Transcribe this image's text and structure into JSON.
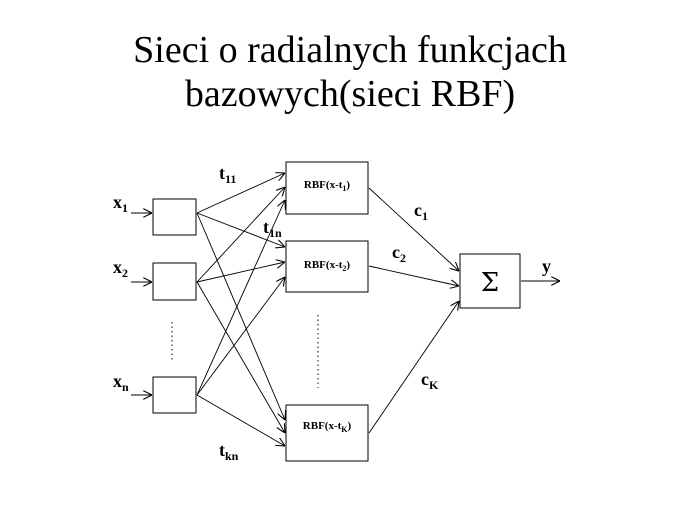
{
  "title": {
    "line1": "Sieci o radialnych funkcjach",
    "line2": "bazowych(sieci RBF)"
  },
  "inputs": [
    {
      "var": "x",
      "sub": "1"
    },
    {
      "var": "x",
      "sub": "2"
    },
    {
      "var": "x",
      "sub": "n"
    }
  ],
  "weights_t": {
    "t11": {
      "var": "t",
      "sub": "11"
    },
    "t1n": {
      "var": "t",
      "sub": "1n"
    },
    "tkn": {
      "var": "t",
      "sub": "kn"
    }
  },
  "rbf_nodes": [
    {
      "pre": "RBF(x-t",
      "sub": "1",
      "post": ")"
    },
    {
      "pre": "RBF(x-t",
      "sub": "2",
      "post": ")"
    },
    {
      "pre": "RBF(x-t",
      "sub": "K",
      "post": ")"
    }
  ],
  "weights_c": [
    {
      "var": "c",
      "sub": "1"
    },
    {
      "var": "c",
      "sub": "2"
    },
    {
      "var": "c",
      "sub": "K"
    }
  ],
  "sum_symbol": "Σ",
  "output": "y"
}
